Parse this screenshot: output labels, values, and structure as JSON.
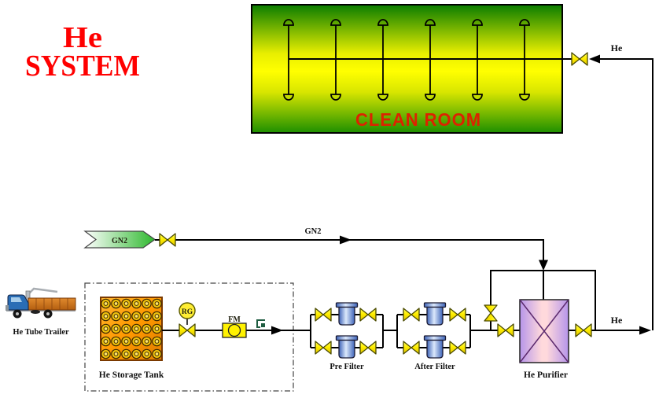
{
  "title": {
    "line1": "He",
    "line2": "SYSTEM"
  },
  "clean_room": {
    "label": "CLEAN ROOM",
    "inlet_gas": "He",
    "drop_count": 6
  },
  "gn2": {
    "source_tag": "GN2",
    "line_label": "GN2"
  },
  "trailer": {
    "label": "He Tube Trailer"
  },
  "storage": {
    "label": "He Storage Tank",
    "tube_rows": 5,
    "tube_cols": 6
  },
  "instruments": {
    "regulator": "RG",
    "flow_meter": "FM"
  },
  "filters": {
    "pre": "Pre Filter",
    "after": "After Filter"
  },
  "purifier": {
    "label": "He Purifier",
    "outlet_gas": "He"
  },
  "colors": {
    "title_red": "#ff0000",
    "room_label_red": "#dd2200",
    "room_green": "#0e8400",
    "room_yellow": "#ffff00",
    "valve_yellow": "#ffee00",
    "gn2_green": "#2eb82e",
    "tank_orange": "#ff9900",
    "filter_blue": "#3d63b8",
    "purifier_purple": "#b695ea",
    "purifier_pink": "#ffd9dc",
    "line_black": "#000000"
  }
}
